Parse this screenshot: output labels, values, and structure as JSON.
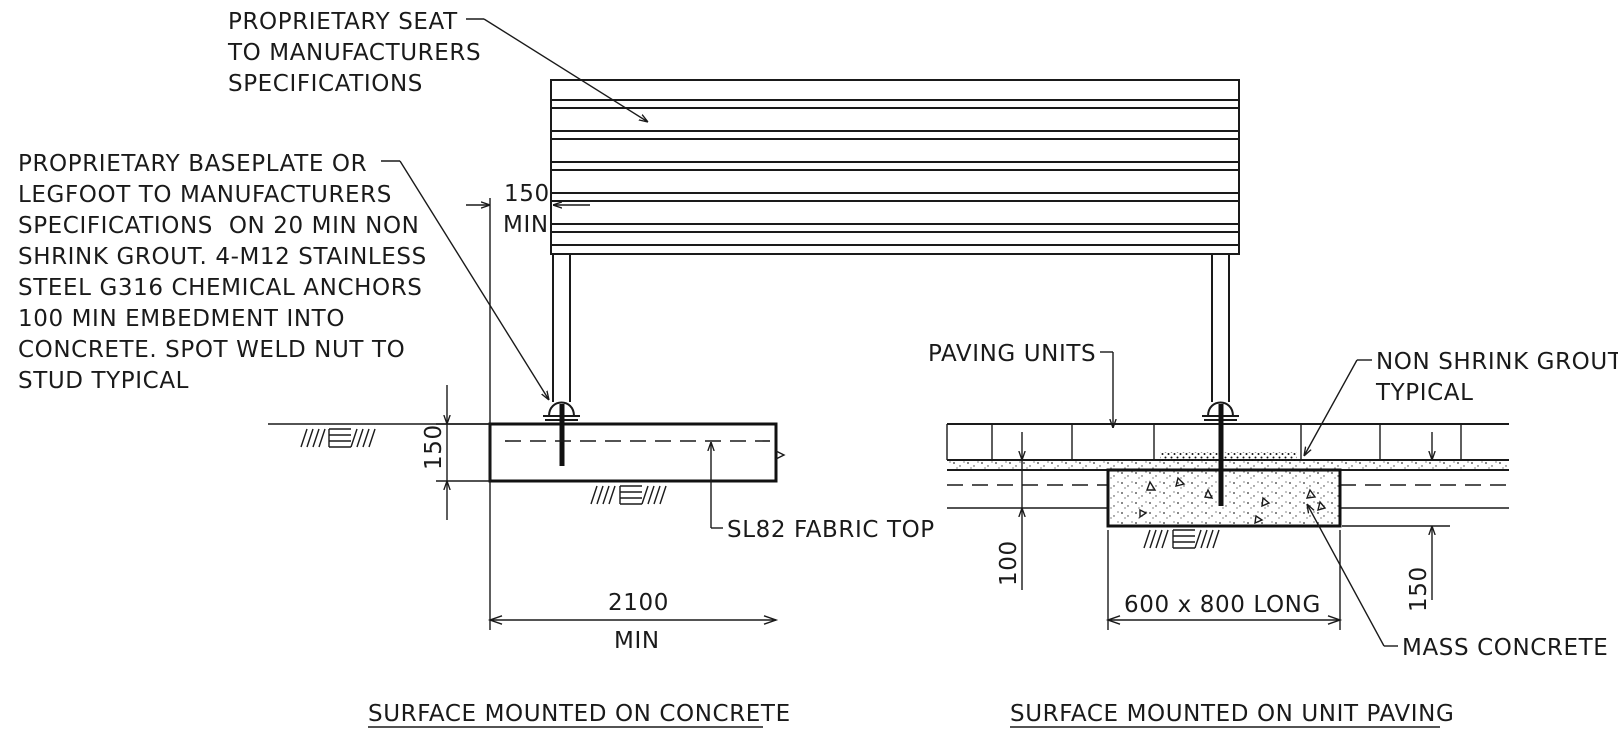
{
  "labels": {
    "seat": [
      "PROPRIETARY SEAT",
      "TO MANUFACTURERS",
      "SPECIFICATIONS"
    ],
    "baseplate": [
      "PROPRIETARY BASEPLATE OR",
      "LEGFOOT TO MANUFACTURERS",
      "SPECIFICATIONS  ON 20 MIN NON",
      "SHRINK GROUT. 4-M12 STAINLESS",
      "STEEL G316 CHEMICAL ANCHORS",
      "100 MIN EMBEDMENT INTO",
      "CONCRETE. SPOT WELD NUT TO",
      "STUD TYPICAL"
    ],
    "paving_units": "PAVING UNITS",
    "grout": [
      "NON SHRINK GROUT",
      "TYPICAL"
    ],
    "fabric": "SL82 FABRIC TOP",
    "mass_concrete": "MASS CONCRETE"
  },
  "dimensions": {
    "edge_150_a": "150",
    "edge_150_b": "MIN",
    "slab_150": "150",
    "width_2100_a": "2100",
    "width_2100_b": "MIN",
    "pave_100": "100",
    "footing": "600 x 800 LONG",
    "pave_150": "150"
  },
  "titles": {
    "left": "SURFACE MOUNTED ON CONCRETE",
    "right": "SURFACE MOUNTED ON UNIT PAVING"
  }
}
